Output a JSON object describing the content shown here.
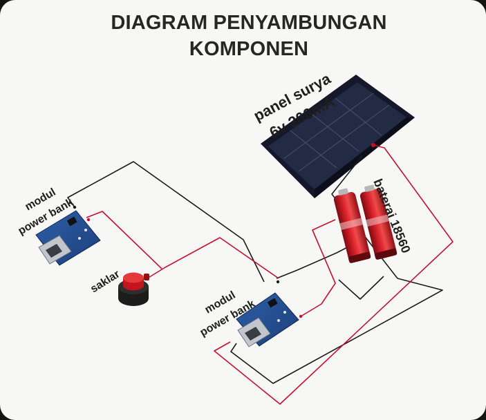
{
  "title": {
    "line1": "DIAGRAM PENYAMBUNGAN",
    "line2": "KOMPONEN"
  },
  "labels": {
    "solar_panel_line1": "panel surya",
    "solar_panel_line2": "6v 200mA",
    "battery": "baterai 18560",
    "module_left_line1": "modul",
    "module_left_line2": "power bank",
    "module_right_line1": "modul",
    "module_right_line2": "power bank",
    "switch": "saklar"
  },
  "wire_colors": {
    "positive": "#c8102e",
    "negative": "#1a1a1a"
  }
}
